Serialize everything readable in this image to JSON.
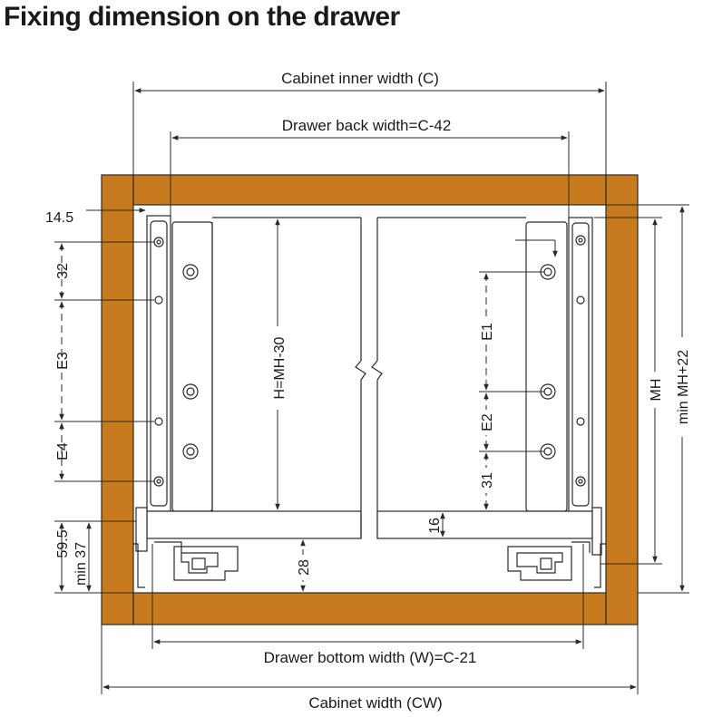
{
  "title": "Fixing dimension on the drawer",
  "colors": {
    "wood": "#c87a1e",
    "line": "#2a2a2a"
  },
  "labels": {
    "cabinet_inner_width": "Cabinet inner width (C)",
    "drawer_back_width": "Drawer back width=C-42",
    "drawer_bottom_width": "Drawer bottom width (W)=C-21",
    "cabinet_width": "Cabinet width (CW)",
    "d_14_5": "14.5",
    "d_32": "32",
    "d_E3": "E3",
    "d_E4": "E4",
    "d_59_5": "59.5",
    "d_min37": "min 37",
    "d_H": "H=MH-30",
    "d_28": "28",
    "d_16": "16",
    "d_E1": "E1",
    "d_E2": "E2",
    "d_31": "31",
    "d_MH": "MH",
    "d_minMH": "min MH+22"
  }
}
